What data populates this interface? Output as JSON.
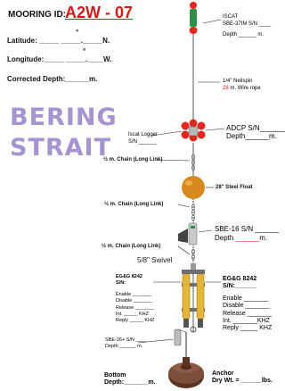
{
  "header": {
    "mooring_id_label": "MOORING ID:",
    "mooring_id_value": "A2W - 07"
  },
  "fields": {
    "latitude": "Latitude: _____  _____._____N.",
    "latitude_mark": "°",
    "longitude": "Longitude:_____  _____.____W.",
    "longitude_mark": "°",
    "corrected_depth": "Corrected Depth:______m."
  },
  "region_title": {
    "line1": "BERING",
    "line2": "STRAIT"
  },
  "components": {
    "iscat": {
      "line1": "ISCAT",
      "line2": "SBE-37IM  S/N ____",
      "line3": "Depth ______ m."
    },
    "wire": {
      "line1": "1/4\" Neilspin",
      "value": "28",
      "line2_suffix": "m. Wire rope"
    },
    "iscat_logger": {
      "line1": "Iscat Logger",
      "line2": "S/N ______"
    },
    "adcp": {
      "line1": "ADCP S/N_______",
      "line2": "Depth______m."
    },
    "chain_1": "½ m. Chain (Long Link)",
    "float": "28\" Steel Float",
    "chain_2": "½ m. Chain (Long Link)",
    "sbe16": {
      "line1": "SBE-16 S/N ______",
      "line2_prefix": "Depth ",
      "line2_value": "______",
      "line2_suffix": "m."
    },
    "chain_3": "½ m. Chain (Long Link)",
    "swivel": "5/8\" Swivel",
    "release_left": {
      "line1": "EG&G 8242",
      "line2": "S/N:",
      "rows": [
        "Enable _______",
        "Disable _______",
        "Release _______",
        "Int. _____ KHZ",
        "Reply _____ KHZ"
      ]
    },
    "release_right": {
      "line1": "EG&G 8242",
      "line2": "S/N:______",
      "rows": [
        "Enable _______",
        "Disable _______",
        "Release _______",
        "Int. _______KHZ",
        "Reply _____ KHZ"
      ]
    },
    "sbe26": {
      "line1": "SBE-26+ S/N ____",
      "line2": "Depth ______ m."
    },
    "bottom_depth": {
      "line1": "Bottom",
      "line2": "Depth:_______m."
    },
    "anchor": {
      "line1": "Anchor",
      "line2": "Dry Wt. = ______lbs."
    }
  },
  "colors": {
    "mooring_id": "#d11a1a",
    "region_title": "#a594cf",
    "float": "#d68a1e",
    "buoy_red": "#e0281f",
    "instrument_green": "#2e8f4a",
    "release_yellow": "#e3b63a",
    "anchor": "#7a4e3a"
  }
}
